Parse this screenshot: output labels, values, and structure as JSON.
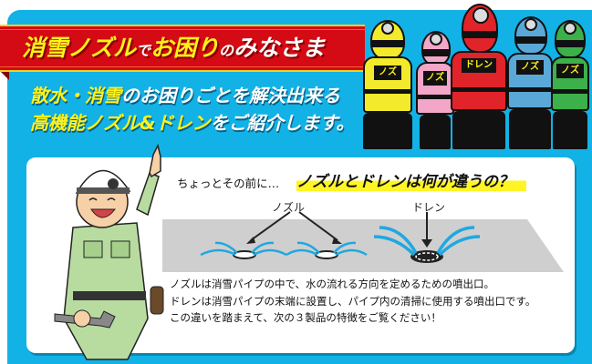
{
  "banner": {
    "parts": [
      {
        "text": "消雪ノズル",
        "style": "yellow"
      },
      {
        "text": "で",
        "style": "white-small"
      },
      {
        "text": "お困り",
        "style": "yellow"
      },
      {
        "text": "の",
        "style": "white-small"
      },
      {
        "text": "みなさま",
        "style": "white"
      }
    ]
  },
  "lead": {
    "line1": [
      {
        "text": "散水・消雪",
        "style": "yellow"
      },
      {
        "text": "のお困りごとを解決出来る",
        "style": "white"
      }
    ],
    "line2": [
      {
        "text": "高機能ノズル&ドレン",
        "style": "yellow"
      },
      {
        "text": "をご紹介します。",
        "style": "white"
      }
    ]
  },
  "heroes": [
    {
      "color": "#f2ea2a",
      "chest": "ノズ"
    },
    {
      "color": "#f2a6c8",
      "chest": "ノズ"
    },
    {
      "color": "#e0242a",
      "chest": "ドレン"
    },
    {
      "color": "#5aa8d8",
      "chest": "ノズ"
    },
    {
      "color": "#3cb04a",
      "chest": "ノズ"
    }
  ],
  "info": {
    "heading_prefix": "ちょっとその前に…",
    "heading_main": "ノズルとドレンは何が違うの？",
    "diagram": {
      "label_nozzle": "ノズル",
      "label_drain": "ドレン"
    },
    "description": [
      "ノズルは消雪パイプの中で、水の流れる方向を定めるための噴出口。",
      "ドレンは消雪パイプの末端に設置し、パイプ内の清掃に使用する噴出口です。",
      "この違いを踏まえて、次の３製品の特徴をご覧ください！"
    ]
  },
  "colors": {
    "panel_blue": "#12b2e6",
    "banner_red": "#d40a14",
    "accent_yellow": "#fff21a",
    "highlight_yellow": "#fff524",
    "floor_gray": "#cfcfcf",
    "water_blue": "#1fa8e0"
  }
}
